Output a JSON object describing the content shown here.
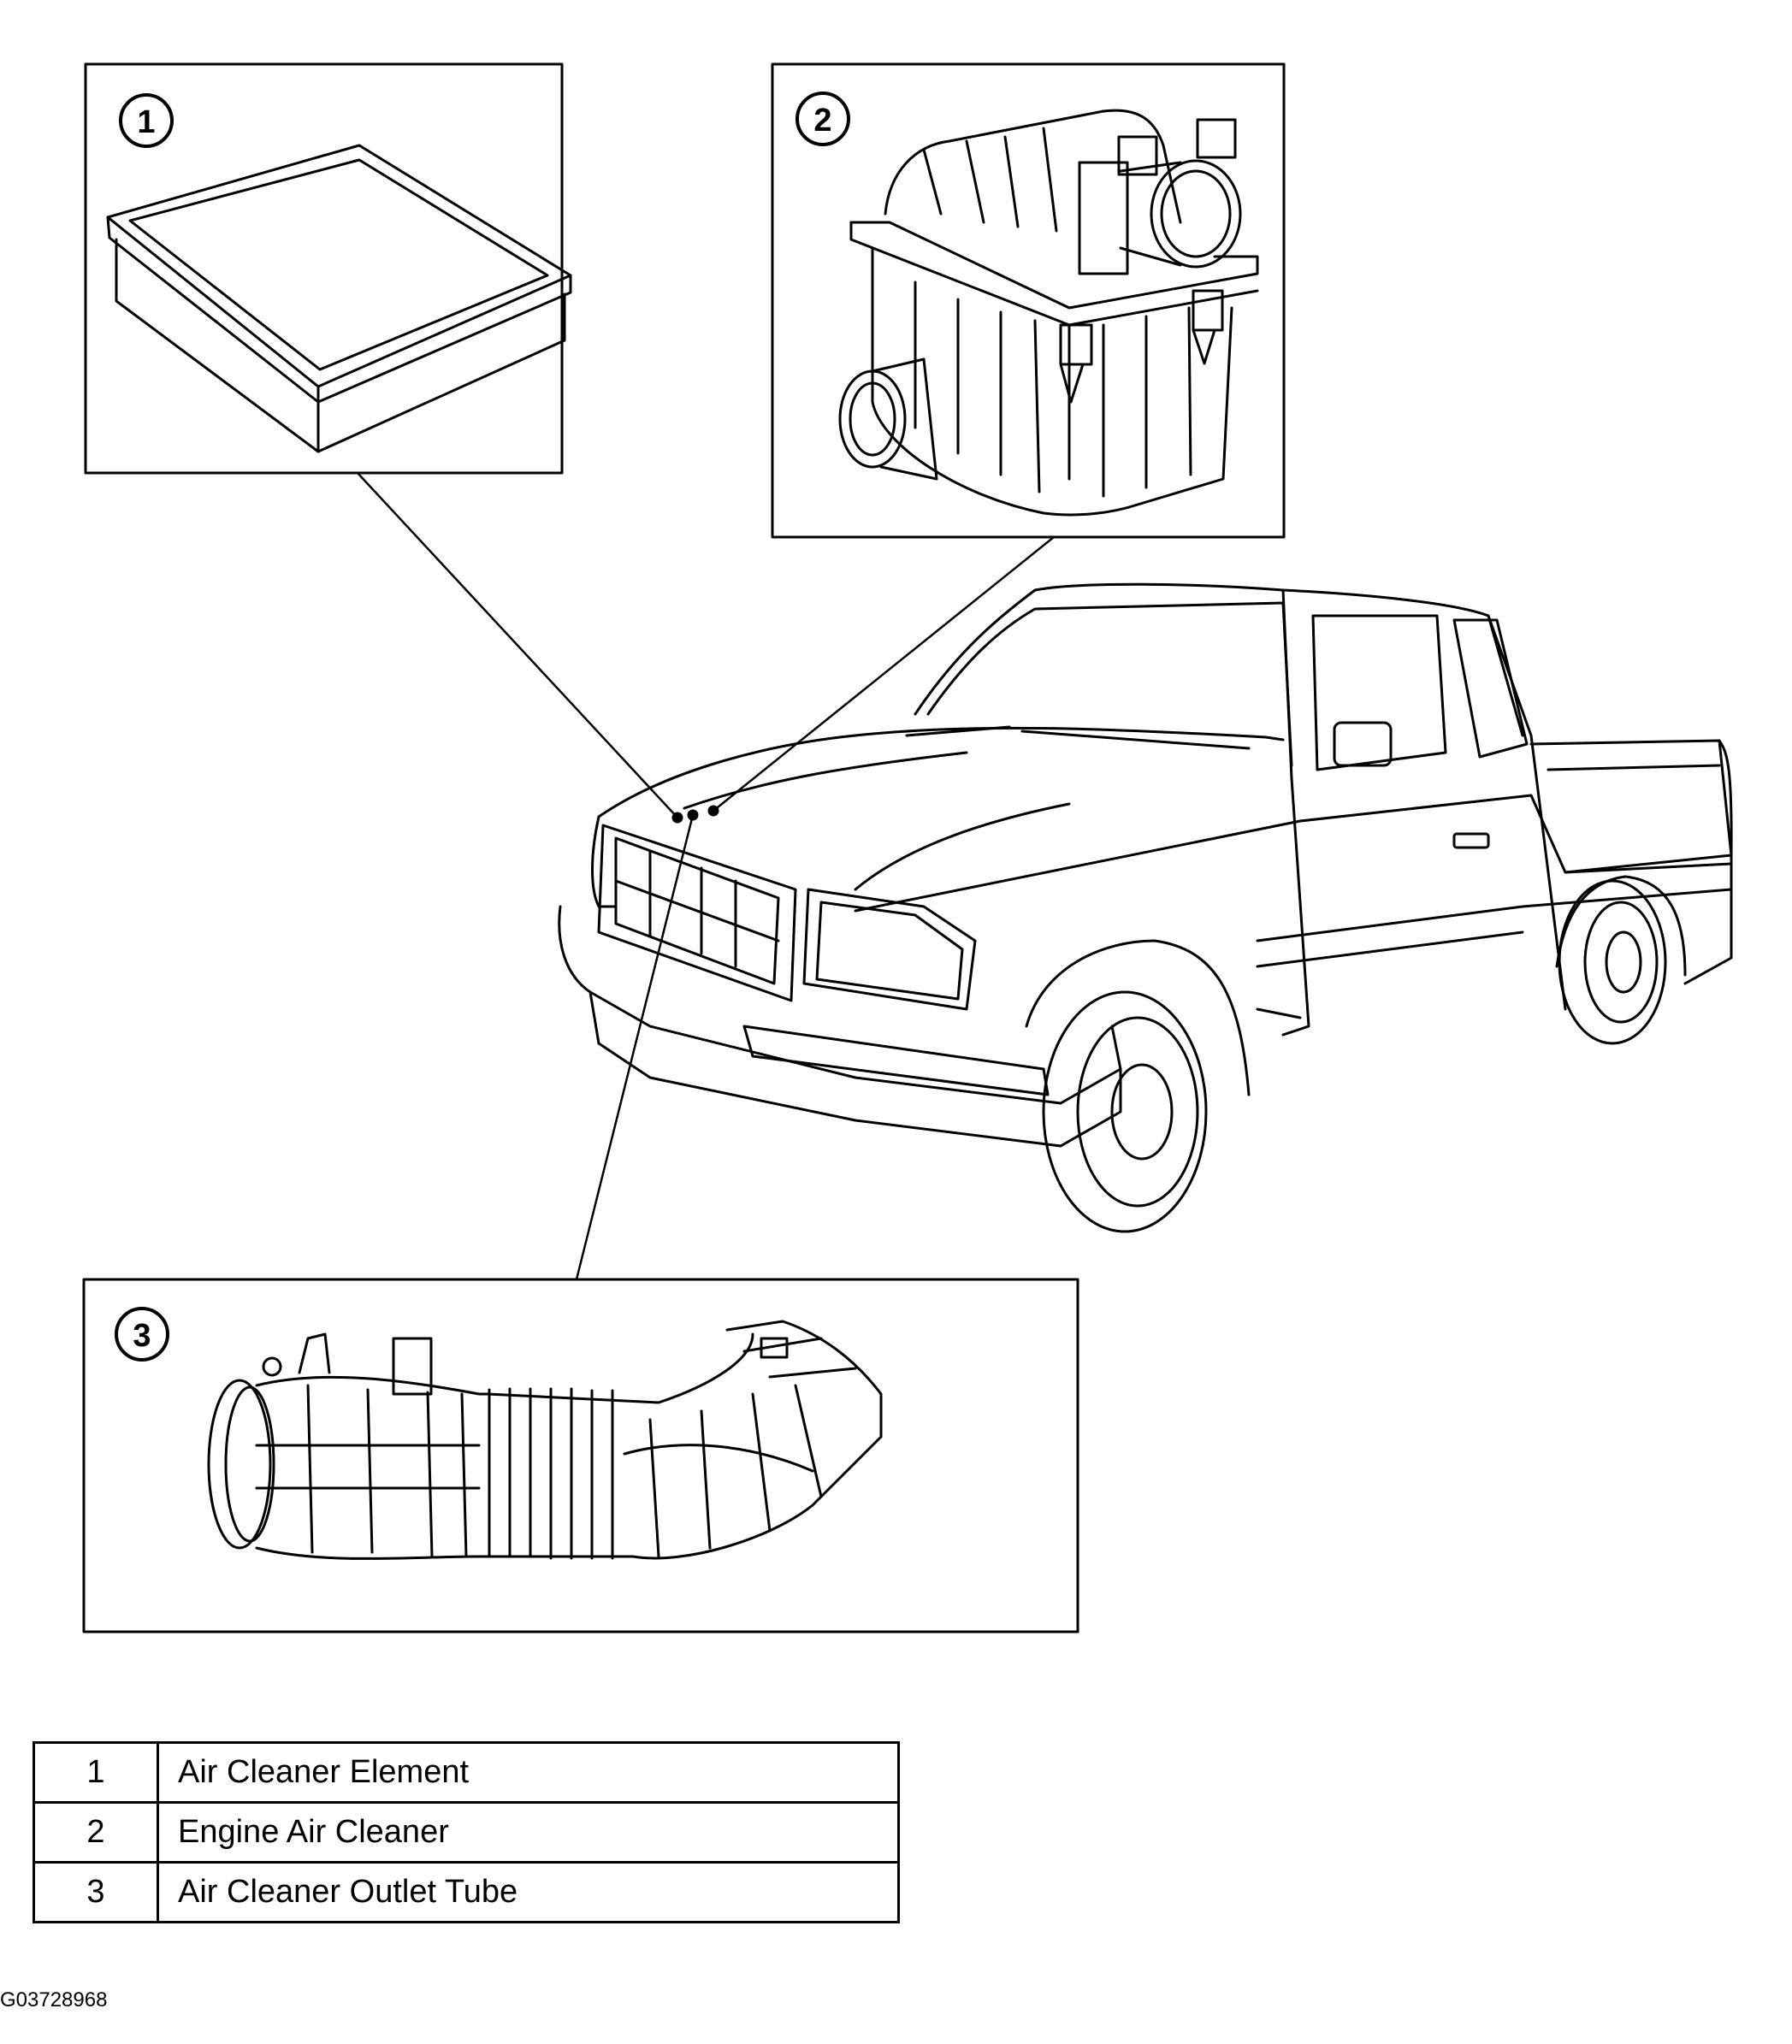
{
  "callouts": [
    {
      "number": "1",
      "name": "Air Cleaner Element"
    },
    {
      "number": "2",
      "name": "Engine Air Cleaner"
    },
    {
      "number": "3",
      "name": "Air Cleaner Outlet Tube"
    }
  ],
  "legend_rows": [
    {
      "number": "1",
      "label": "Air Cleaner Element"
    },
    {
      "number": "2",
      "label": "Engine Air Cleaner"
    },
    {
      "number": "3",
      "label": "Air Cleaner Outlet Tube"
    }
  ],
  "figure_id": "G03728968"
}
